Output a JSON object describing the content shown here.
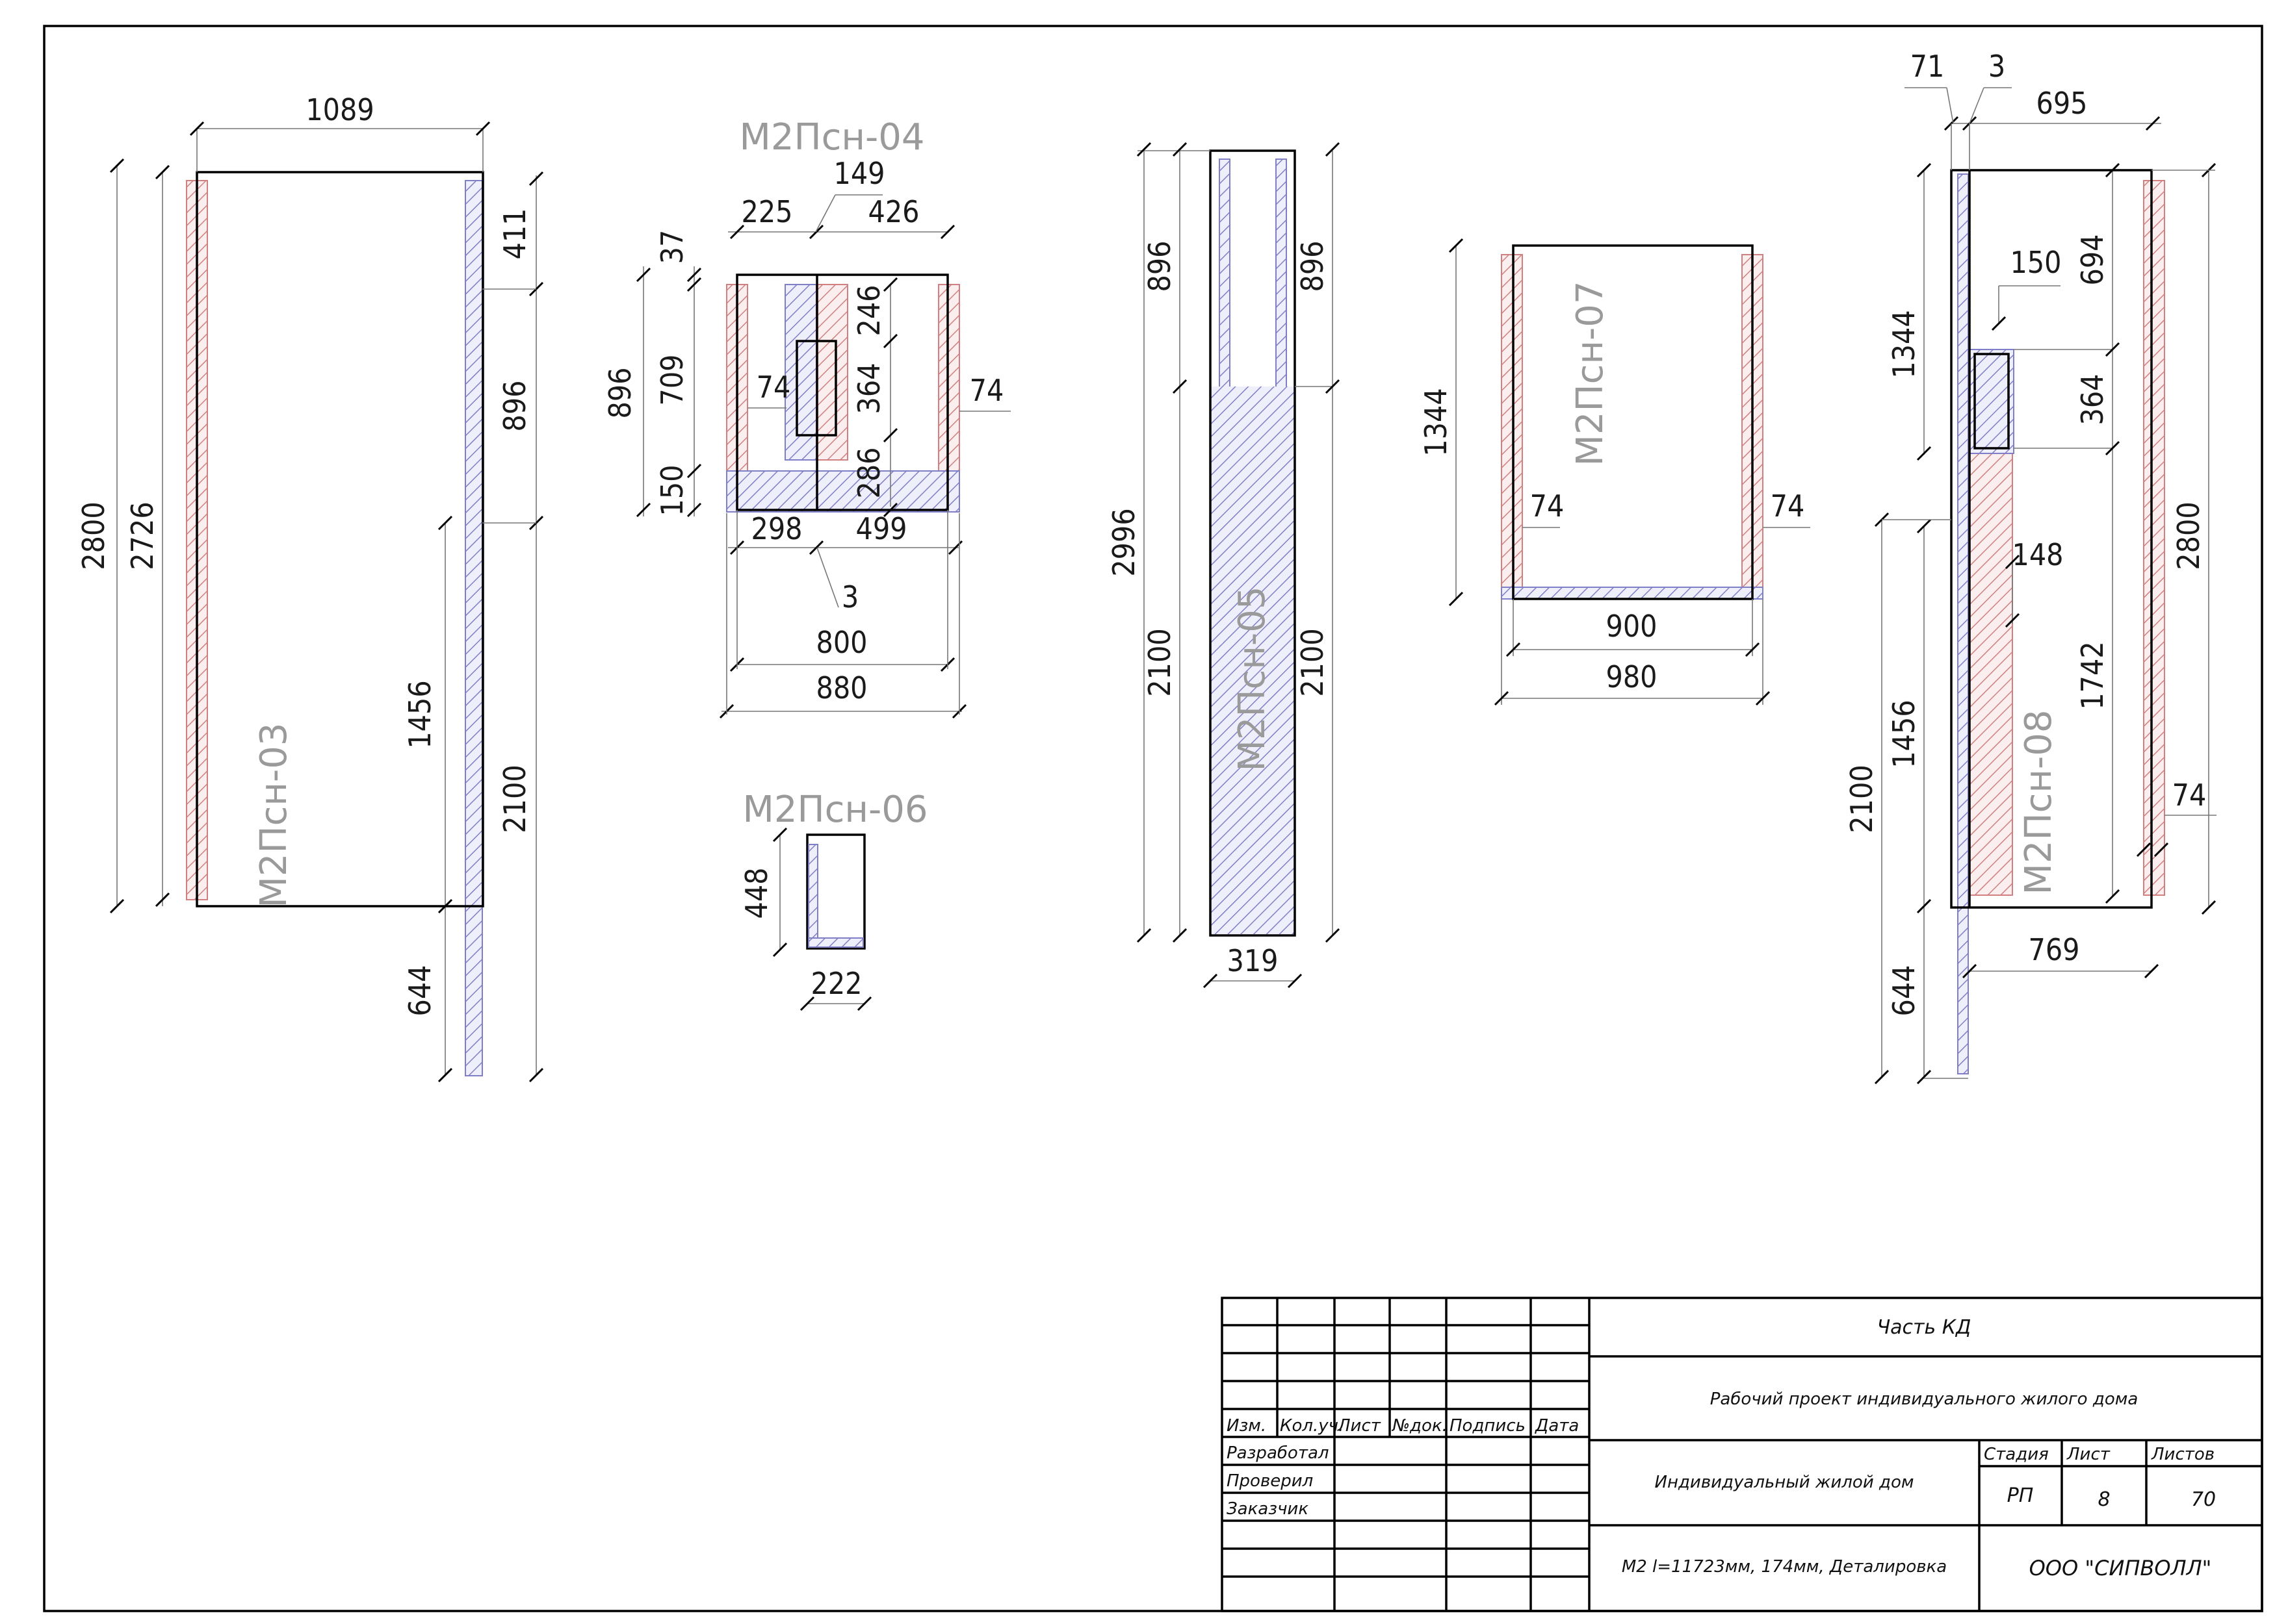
{
  "colors": {
    "hatch_red": "#d08080",
    "hatch_blue": "#7f7fc8",
    "line": "#000000",
    "mark": "#9a9a9a"
  },
  "panels": {
    "p03": {
      "mark": "М2Псн-03",
      "d1089": "1089",
      "d2800": "2800",
      "d2726": "2726",
      "d411": "411",
      "d896": "896",
      "d1456": "1456",
      "d2100": "2100",
      "d644": "644"
    },
    "p04": {
      "mark": "М2Псн-04",
      "d149": "149",
      "d225": "225",
      "d426": "426",
      "d37": "37",
      "d896": "896",
      "d709": "709",
      "d150": "150",
      "d246": "246",
      "d74a": "74",
      "d364": "364",
      "d74b": "74",
      "d286": "286",
      "d298": "298",
      "d499": "499",
      "d3": "3",
      "d800": "800",
      "d880": "880"
    },
    "p06": {
      "mark": "М2Псн-06",
      "d448": "448",
      "d222": "222"
    },
    "p05": {
      "mark": "М2Псн-05",
      "d896a": "896",
      "d896b": "896",
      "d2996": "2996",
      "d2100a": "2100",
      "d2100b": "2100",
      "d319": "319"
    },
    "p07": {
      "mark": "М2Псн-07",
      "d1344": "1344",
      "d74a": "74",
      "d74b": "74",
      "d900": "900",
      "d980": "980"
    },
    "p08": {
      "mark": "М2Псн-08",
      "d71": "71",
      "d3": "3",
      "d695": "695",
      "d1344": "1344",
      "d150": "150",
      "d694": "694",
      "d364": "364",
      "d148": "148",
      "d2800": "2800",
      "d1456": "1456",
      "d1742": "1742",
      "d2100": "2100",
      "d74": "74",
      "d644": "644",
      "d769": "769"
    }
  },
  "title_block": {
    "headers": [
      "Изм.",
      "Кол.уч.",
      "Лист",
      "№док.",
      "Подпись",
      "Дата"
    ],
    "roles": [
      "Разработал",
      "Проверил",
      "Заказчик"
    ],
    "part": "Часть КД",
    "project": "Рабочий проект индивидуального жилого дома",
    "object": "Индивидуальный жилой дом",
    "sheet_title": "М2 l=11723мм, 174мм, Деталировка",
    "stage_label": "Стадия",
    "sheet_label": "Лист",
    "sheets_label": "Листов",
    "stage": "РП",
    "sheet": "8",
    "sheets": "70",
    "company": "ООО \"СИПВОЛЛ\""
  }
}
